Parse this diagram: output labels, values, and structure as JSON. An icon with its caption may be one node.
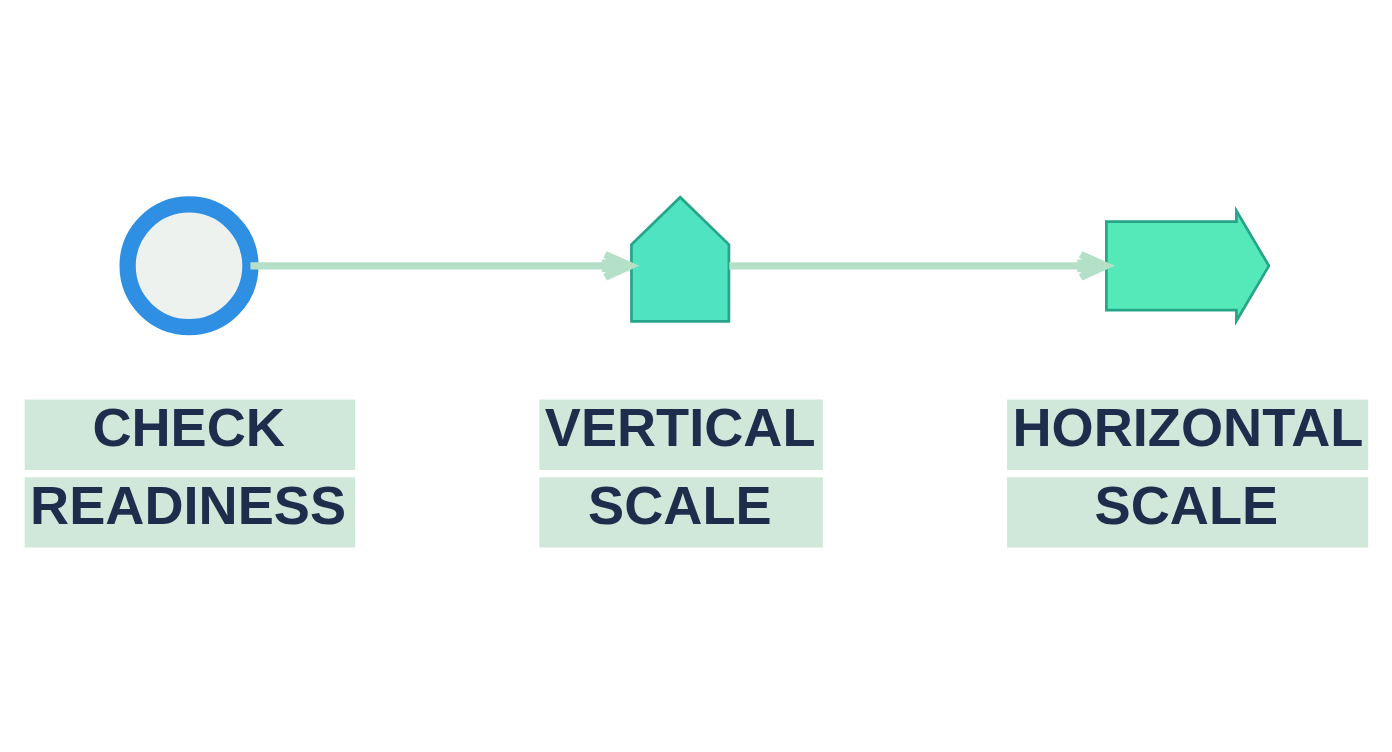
{
  "diagram": {
    "nodes": [
      {
        "text": [],
        "shape": "picture"
      },
      {
        "text": [
          "CHECK READINESS"
        ]
      },
      {
        "text": [],
        "shape": "arrow"
      },
      {
        "text": [
          "VERTICAL SCALE"
        ]
      },
      {
        "text": [],
        "shape": "arrow"
      },
      {
        "text": [
          "HORIZONTAL SCALE"
        ]
      }
    ],
    "edges": [
      {
        "from": 0,
        "to": 2,
        "arrow": "to"
      },
      {
        "from": 2,
        "to": 4,
        "arrow": "to"
      }
    ]
  }
}
